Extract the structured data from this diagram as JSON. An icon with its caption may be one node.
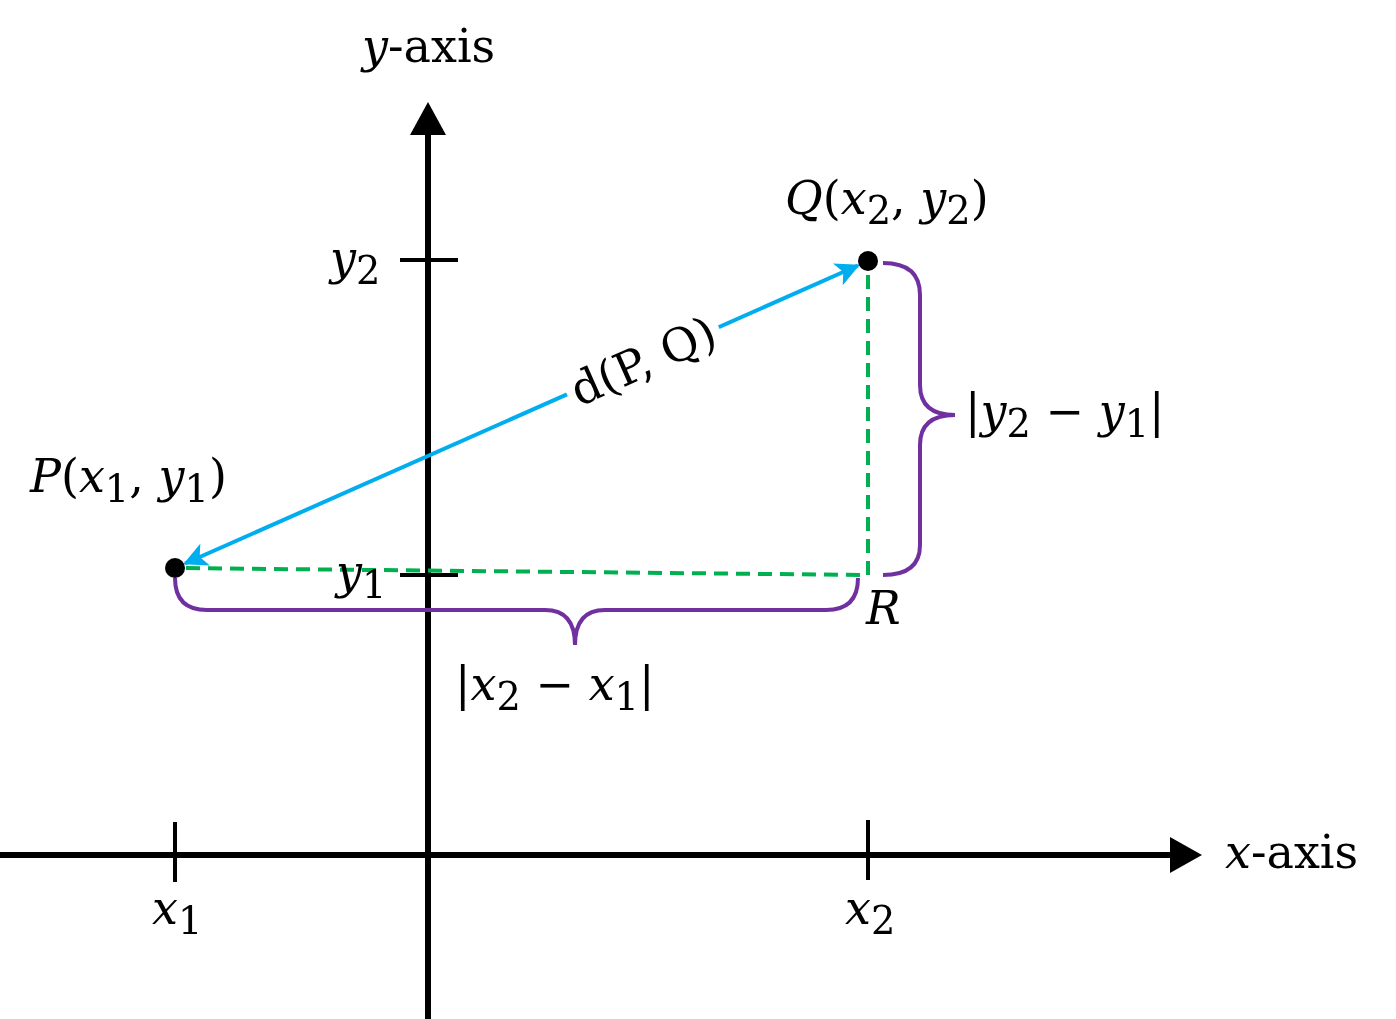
{
  "diagram": {
    "nodes": [
      {
        "text": [
          "*P*(*x*$_{1}$, *y*$_{1}$)"
        ]
      },
      {
        "text": [
          "*Q*(*x*$_{2}$, *y*$_{2}$)"
        ]
      },
      {
        "text": [
          "*R*"
        ]
      }
    ],
    "edges": [
      {
        "from": 0,
        "to": 1,
        "arrow": "both",
        "label": "d(P, Q)",
        "color": "#00aeef"
      },
      {
        "from": 0,
        "to": 2,
        "arrow": "none",
        "style": "dashed",
        "color": "#00b050"
      },
      {
        "from": 2,
        "to": 1,
        "arrow": "none",
        "style": "dashed",
        "color": "#00b050"
      }
    ],
    "labels": [
      "*y*-axis",
      "*y*$_{2}$",
      "|*y*$_{2}$ − *y*$_{1}$|",
      "*y*$_{1}$",
      "|*x*$_{2}$ − *x*$_{1}$|",
      "*x*-axis",
      "*x*$_{1}$",
      "*x*$_{2}$"
    ]
  }
}
